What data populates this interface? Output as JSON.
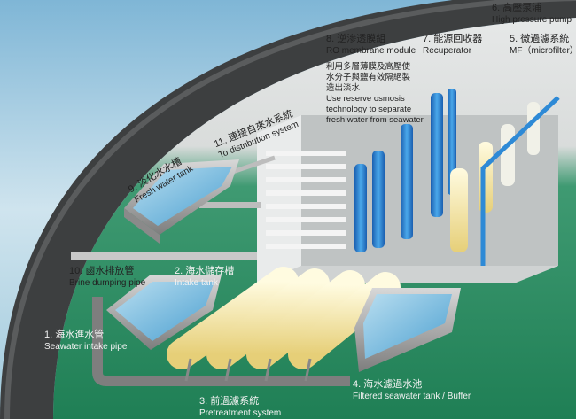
{
  "labels": {
    "l1": {
      "zh": "1. 海水進水管",
      "en": "Seawater intake pipe"
    },
    "l2": {
      "zh": "2. 海水儲存槽",
      "en": "Intake tank"
    },
    "l3": {
      "zh": "3. 前過濾系統",
      "en": "Pretreatment system"
    },
    "l4": {
      "zh": "4. 海水濾過水池",
      "en": "Filtered seawater tank / Buffer"
    },
    "l5": {
      "zh": "5. 微過濾系統",
      "en": "MF（microfilter）"
    },
    "l6": {
      "zh": "6. 高壓泵浦",
      "en": "High pressure pump"
    },
    "l7": {
      "zh": "7. 能源回收器",
      "en": "Recuperator"
    },
    "l8": {
      "zh": "8. 逆滲透膜組",
      "en": "RO membrane module"
    },
    "l9": {
      "zh": "9. 淡化水水槽",
      "en": "Fresh water tank"
    },
    "l10": {
      "zh": "10. 鹵水排放管",
      "en": "Brine dumping pipe"
    },
    "l11": {
      "zh": "11. 連接自來水系統",
      "en": "To distribution system"
    }
  },
  "ro_description": [
    "利用多層薄膜及高壓使",
    "水分子與鹽有效隔絕製",
    "造出淡水",
    "Use reserve osmosis",
    "technology to separate",
    "fresh water from seawater"
  ]
}
